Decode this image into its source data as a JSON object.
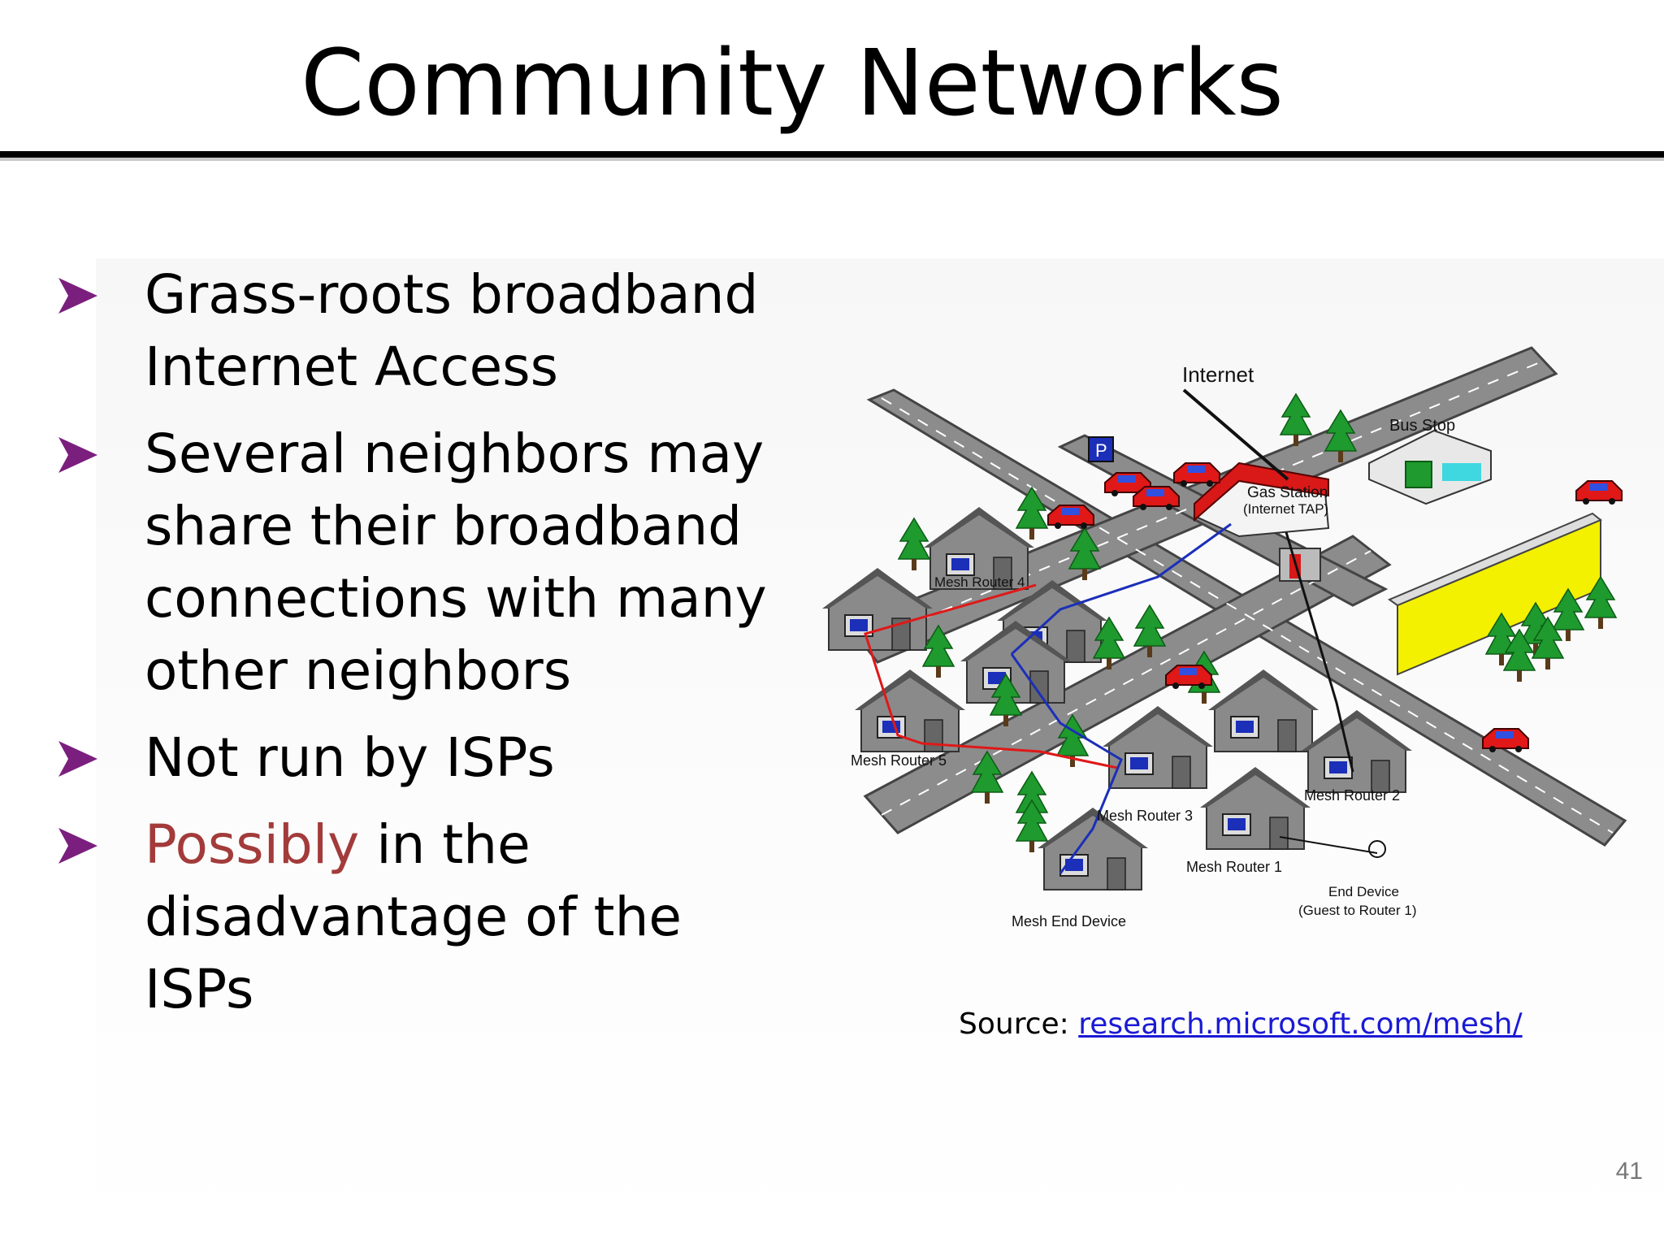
{
  "slide": {
    "title": "Community Networks",
    "bullets": [
      {
        "line1": "Grass-roots broadband",
        "line2": "Internet Access"
      },
      {
        "line1": "Several neighbors may",
        "line2": "share their broadband",
        "line3": "connections with many",
        "line4": "other neighbors"
      },
      {
        "line1": "Not run by ISPs"
      },
      {
        "highlight": "Possibly",
        "rest": " in  the",
        "line2": "disadvantage of the ISPs"
      }
    ],
    "bullet_color": "#7b1f7f",
    "highlight_color": "#a33b3b",
    "page_number": "41"
  },
  "source": {
    "label": "Source: ",
    "link_text": "research.microsoft.com/mesh/"
  },
  "diagram": {
    "labels": {
      "internet": "Internet",
      "bus_stop": "Bus Stop",
      "gas_station": "Gas Station",
      "internet_tap": "(Internet TAP)",
      "mesh_router_4": "Mesh Router 4",
      "mesh_router_5": "Mesh Router 5",
      "mesh_router_3": "Mesh Router 3",
      "mesh_router_2": "Mesh Router 2",
      "mesh_router_1": "Mesh Router 1",
      "mesh_end_device": "Mesh End Device",
      "end_device": "End Device",
      "guest_to_router": "(Guest to Router 1)"
    }
  }
}
